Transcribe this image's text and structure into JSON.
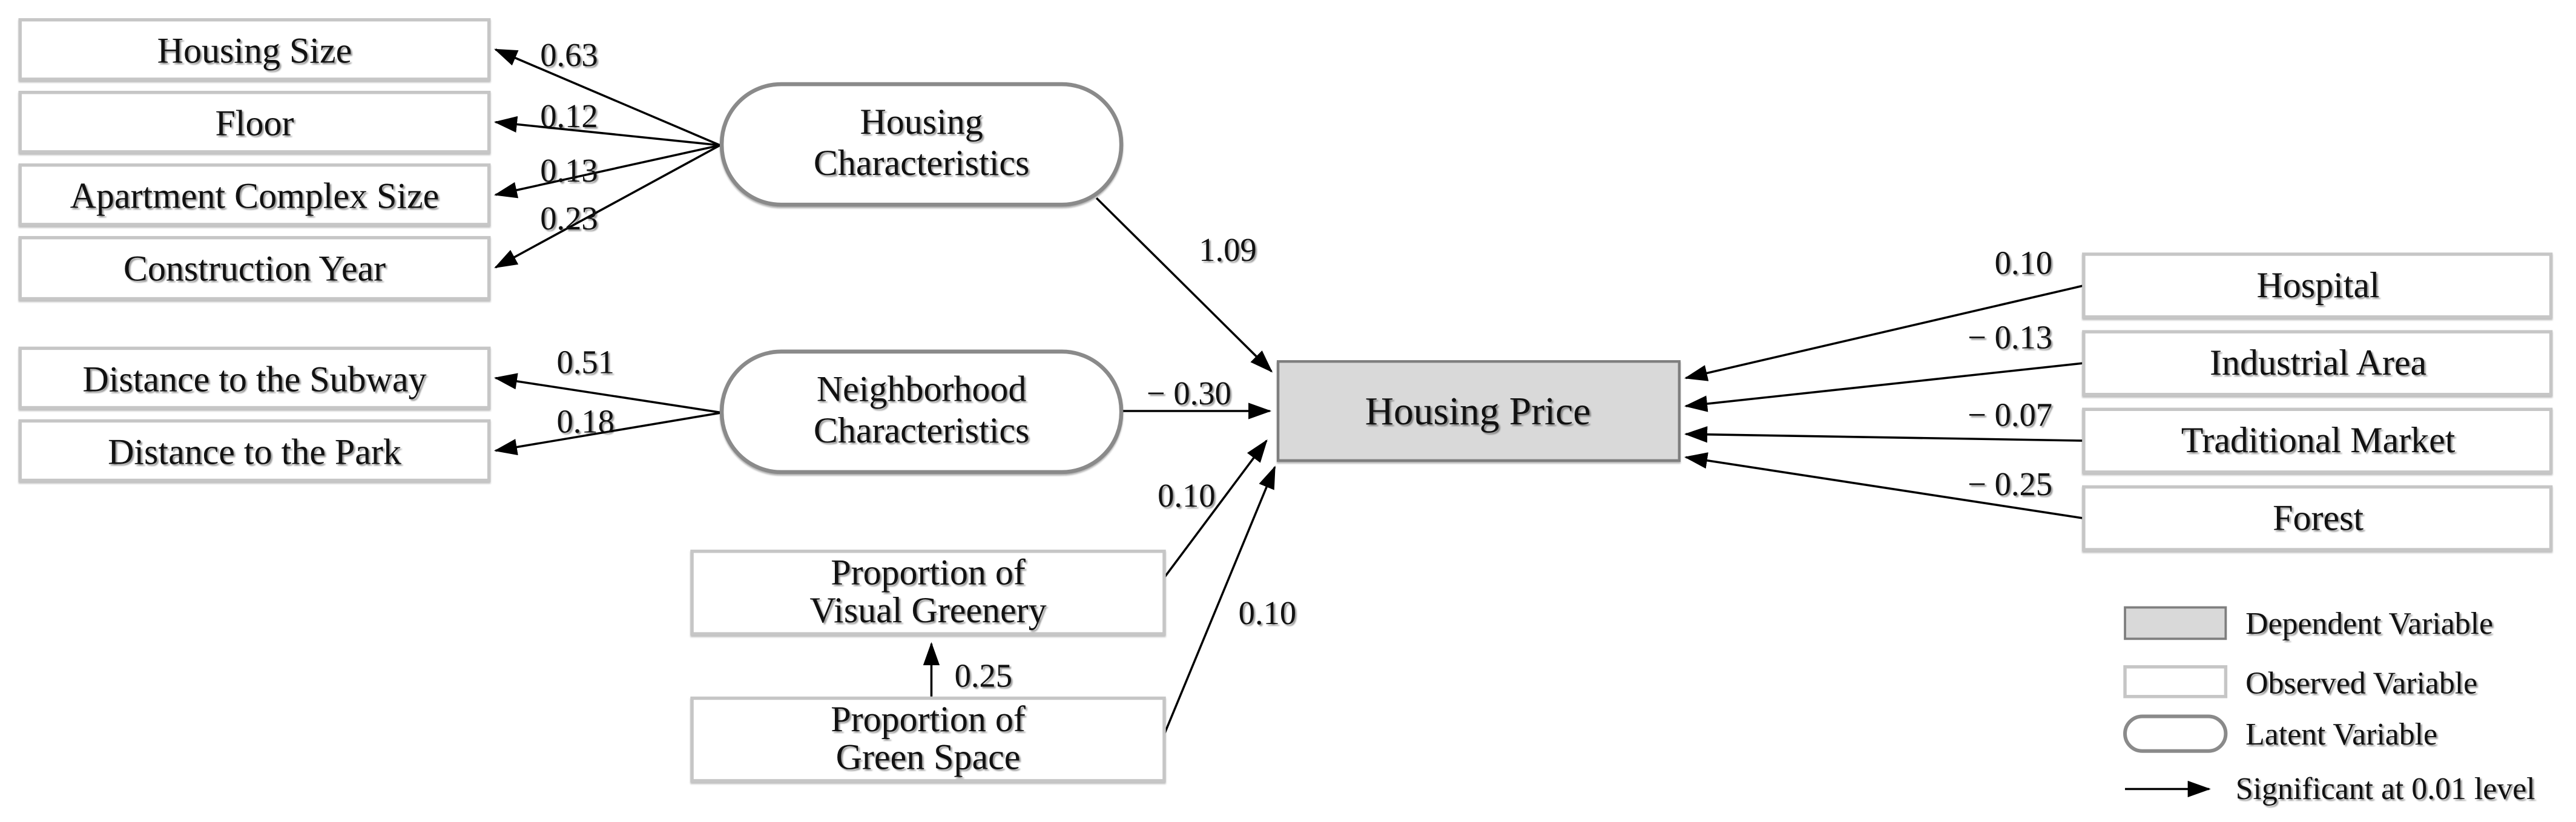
{
  "colors": {
    "dependent_fill": "#d9d9d9",
    "dependent_border": "#7f7f7f",
    "observed_fill": "#ffffff",
    "observed_border": "#c6c6c6",
    "latent_border": "#8a8a8a",
    "arrow": "#000000",
    "text": "#111111"
  },
  "nodes": {
    "dependent": "Housing Price",
    "latent": [
      {
        "lines": [
          "Housing",
          "Characteristics"
        ]
      },
      {
        "lines": [
          "Neighborhood",
          "Characteristics"
        ]
      }
    ],
    "observed_housing": [
      "Housing Size",
      "Floor",
      "Apartment Complex Size",
      "Construction Year"
    ],
    "observed_neighborhood": [
      "Distance to the Subway",
      "Distance to the Park"
    ],
    "observed_green": [
      {
        "lines": [
          "Proportion of",
          "Visual Greenery"
        ]
      },
      {
        "lines": [
          "Proportion of",
          "Green Space"
        ]
      }
    ],
    "observed_right": [
      "Hospital",
      "Industrial Area",
      "Traditional Market",
      "Forest"
    ]
  },
  "paths": [
    {
      "from": "Housing Characteristics",
      "to": "Housing Size",
      "label": "0.63"
    },
    {
      "from": "Housing Characteristics",
      "to": "Floor",
      "label": "0.12"
    },
    {
      "from": "Housing Characteristics",
      "to": "Apartment Complex Size",
      "label": "0.13"
    },
    {
      "from": "Housing Characteristics",
      "to": "Construction Year",
      "label": "0.23"
    },
    {
      "from": "Housing Characteristics",
      "to": "Housing Price",
      "label": "1.09"
    },
    {
      "from": "Neighborhood Characteristics",
      "to": "Distance to the Subway",
      "label": "0.51"
    },
    {
      "from": "Neighborhood Characteristics",
      "to": "Distance to the Park",
      "label": "0.18"
    },
    {
      "from": "Neighborhood Characteristics",
      "to": "Housing Price",
      "label": "− 0.30"
    },
    {
      "from": "Proportion of Visual Greenery",
      "to": "Housing Price",
      "label": "0.10"
    },
    {
      "from": "Proportion of Green Space",
      "to": "Housing Price",
      "label": "0.10"
    },
    {
      "from": "Proportion of Green Space",
      "to": "Proportion of Visual Greenery",
      "label": "0.25"
    },
    {
      "from": "Hospital",
      "to": "Housing Price",
      "label": "0.10"
    },
    {
      "from": "Industrial Area",
      "to": "Housing Price",
      "label": "− 0.13"
    },
    {
      "from": "Traditional Market",
      "to": "Housing Price",
      "label": "− 0.07"
    },
    {
      "from": "Forest",
      "to": "Housing Price",
      "label": "− 0.25"
    }
  ],
  "legend": {
    "items": [
      {
        "swatch": "dependent",
        "label": "Dependent Variable"
      },
      {
        "swatch": "observed",
        "label": "Observed Variable"
      },
      {
        "swatch": "latent",
        "label": "Latent Variable"
      },
      {
        "swatch": "arrow",
        "label": "Significant at 0.01 level"
      }
    ]
  }
}
